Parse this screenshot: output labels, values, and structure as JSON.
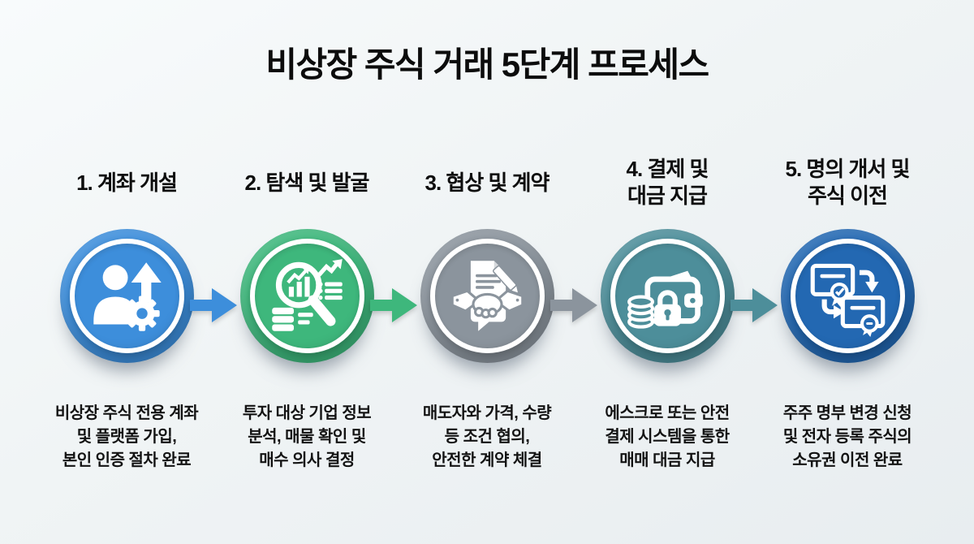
{
  "title": "비상장 주식 거래 5단계 프로세스",
  "background": {
    "gradient_from": "#f8fbfc",
    "gradient_to": "#e8edf0"
  },
  "steps": [
    {
      "title_lines": [
        "1. 계좌 개설"
      ],
      "icon": "account-user-gear-icon",
      "color": "#3d8edb",
      "desc_lines": [
        "비상장 주식 전용 계좌",
        "및 플랫폼 가입,",
        "본인 인증 절차 완료"
      ],
      "has_arrow_after": true
    },
    {
      "title_lines": [
        "2. 탐색 및 발굴"
      ],
      "icon": "search-analysis-icon",
      "color": "#3eb77c",
      "desc_lines": [
        "투자 대상 기업 정보",
        "분석, 매물 확인 및",
        "매수 의사 결정"
      ],
      "has_arrow_after": true
    },
    {
      "title_lines": [
        "3. 협상 및 계약"
      ],
      "icon": "contract-handshake-icon",
      "color": "#8b949d",
      "desc_lines": [
        "매도자와 가격, 수량",
        "등 조건 협의,",
        "안전한 계약 체결"
      ],
      "has_arrow_after": true
    },
    {
      "title_lines": [
        "4. 결제 및",
        "대금 지급"
      ],
      "icon": "wallet-payment-icon",
      "color": "#4d8e9a",
      "desc_lines": [
        "에스크로 또는 안전",
        "결제 시스템을 통한",
        "매매 대금 지급"
      ],
      "has_arrow_after": true
    },
    {
      "title_lines": [
        "5. 명의 개서 및",
        "주식 이전"
      ],
      "icon": "certificate-transfer-icon",
      "color": "#2368b2",
      "desc_lines": [
        "주주 명부 변경 신청",
        "및 전자 등록 주식의",
        "소유권 이전 완료"
      ],
      "has_arrow_after": false
    }
  ]
}
